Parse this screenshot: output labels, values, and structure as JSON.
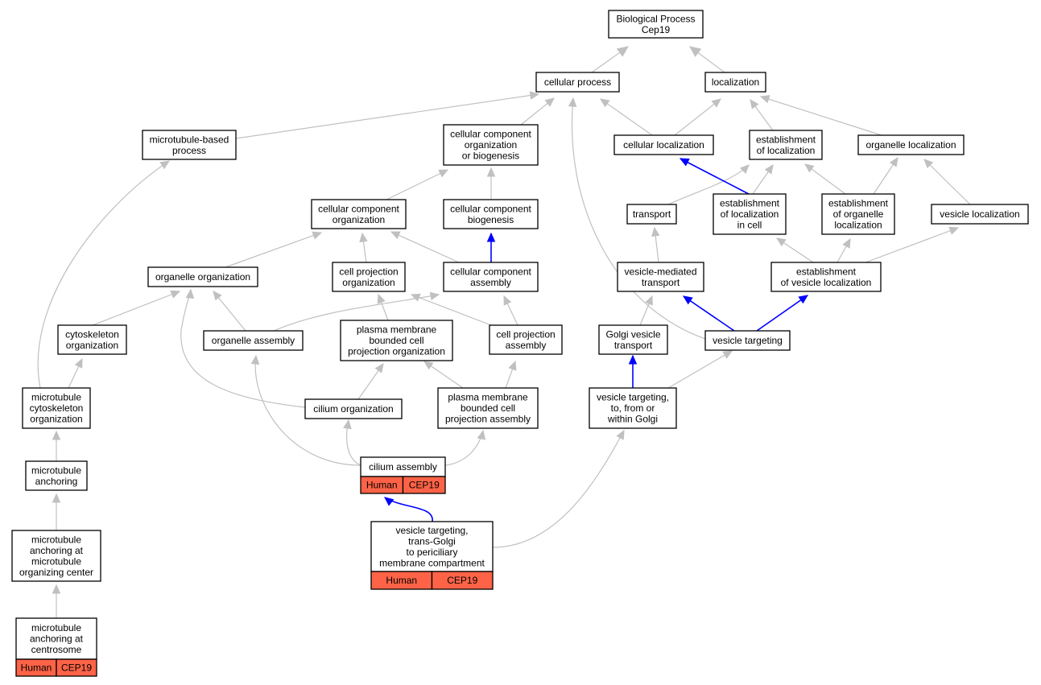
{
  "diagram": {
    "colors": {
      "node_border": "#000000",
      "gene_cell": "#ff6347",
      "edge_default": "#c0c0c0",
      "edge_highlight": "#0000ff"
    },
    "nodes": {
      "bp": [
        "Biological Process",
        "Cep19"
      ],
      "cellular_process": [
        "cellular process"
      ],
      "localization": [
        "localization"
      ],
      "microtubule_based_process": [
        "microtubule-based",
        "process"
      ],
      "ccob": [
        "cellular component",
        "organization",
        "or biogenesis"
      ],
      "cellular_localization": [
        "cellular localization"
      ],
      "establishment_of_localization": [
        "establishment",
        "of localization"
      ],
      "organelle_localization": [
        "organelle localization"
      ],
      "cc_organization": [
        "cellular component",
        "organization"
      ],
      "cc_biogenesis": [
        "cellular component",
        "biogenesis"
      ],
      "transport": [
        "transport"
      ],
      "est_loc_in_cell": [
        "establishment",
        "of localization",
        "in cell"
      ],
      "est_organelle_loc": [
        "establishment",
        "of organelle",
        "localization"
      ],
      "vesicle_localization": [
        "vesicle localization"
      ],
      "organelle_organization": [
        "organelle organization"
      ],
      "cell_projection_organization": [
        "cell projection",
        "organization"
      ],
      "cc_assembly": [
        "cellular component",
        "assembly"
      ],
      "vesicle_mediated_transport": [
        "vesicle-mediated",
        "transport"
      ],
      "est_vesicle_loc": [
        "establishment",
        "of vesicle localization"
      ],
      "cytoskeleton_organization": [
        "cytoskeleton",
        "organization"
      ],
      "organelle_assembly": [
        "organelle assembly"
      ],
      "pm_bounded_cp_org": [
        "plasma membrane",
        "bounded cell",
        "projection organization"
      ],
      "cell_projection_assembly": [
        "cell projection",
        "assembly"
      ],
      "golgi_vesicle_transport": [
        "Golgi vesicle",
        "transport"
      ],
      "vesicle_targeting": [
        "vesicle targeting"
      ],
      "mt_cytoskeleton_org": [
        "microtubule",
        "cytoskeleton",
        "organization"
      ],
      "cilium_organization": [
        "cilium organization"
      ],
      "pm_bounded_cp_assembly": [
        "plasma membrane",
        "bounded cell",
        "projection assembly"
      ],
      "vt_golgi": [
        "vesicle targeting,",
        "to, from or",
        "within Golgi"
      ],
      "mt_anchoring": [
        "microtubule",
        "anchoring"
      ],
      "cilium_assembly": [
        "cilium assembly"
      ],
      "vt_trans_golgi": [
        "vesicle targeting,",
        "trans-Golgi",
        "to periciliary",
        "membrane compartment"
      ],
      "mt_anchoring_mtoc": [
        "microtubule",
        "anchoring at",
        "microtubule",
        "organizing center"
      ],
      "mt_anchoring_centrosome": [
        "microtubule",
        "anchoring at",
        "centrosome"
      ]
    },
    "annotations": {
      "cilium_assembly": [
        "Human",
        "CEP19"
      ],
      "vt_trans_golgi": [
        "Human",
        "CEP19"
      ],
      "mt_anchoring_centrosome": [
        "Human",
        "CEP19"
      ]
    }
  }
}
